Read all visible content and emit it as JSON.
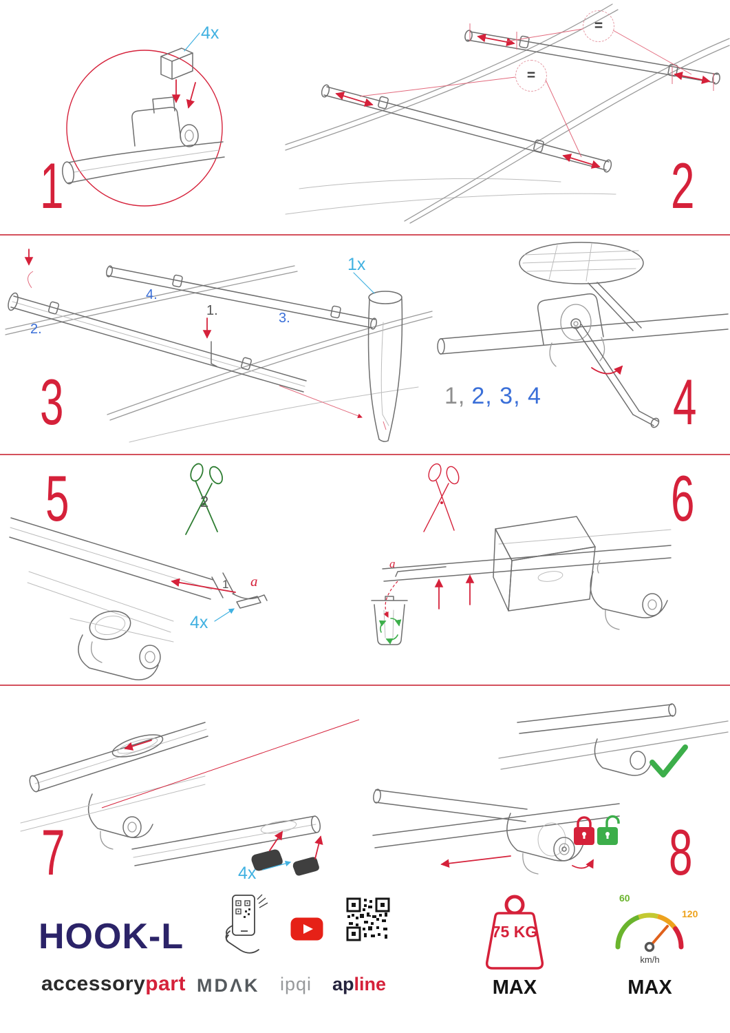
{
  "colors": {
    "step_number_red": "#d5213a",
    "qty_blue": "#41b1e1",
    "callout_blue": "#3a6fd8",
    "brand_navy": "#2b2368",
    "brand_red": "#d5213a",
    "check_green": "#3cae4a",
    "gauge_green": "#6ab42d",
    "gauge_orange": "#eda21d",
    "youtube_red": "#e62117"
  },
  "steps": {
    "one": {
      "num": "1",
      "qty": "4x"
    },
    "two": {
      "num": "2",
      "equals": "="
    },
    "three": {
      "num": "3",
      "qty": "1x",
      "callout_1": "1.",
      "callout_2": "2.",
      "callout_3": "3.",
      "callout_4": "4."
    },
    "four": {
      "num": "4",
      "seq_gray": "1,",
      "seq_blue": "2, 3, 4"
    },
    "five": {
      "num": "5",
      "qty": "4x",
      "callout_1": "1",
      "callout_2": "2",
      "strap_label": "a"
    },
    "six": {
      "num": "6",
      "strap_label": "a"
    },
    "seven": {
      "num": "7",
      "qty": "4x"
    },
    "eight": {
      "num": "8"
    }
  },
  "footer": {
    "product_name": "HOOK-L",
    "brand_part1": "accessory",
    "brand_part2": "part",
    "logo_mdak": "MDΛK",
    "logo_ipqi": "ipqi",
    "logo_ap": "ap",
    "logo_line": "line",
    "weight_limit": "75 KG",
    "weight_max_label": "MAX",
    "speed_min": "60",
    "speed_max_value": "120",
    "speed_unit": "km/h",
    "speed_max_label": "MAX"
  },
  "icons": {
    "step5_tool": "scissors-icon",
    "step6_tool": "scissors-icon",
    "step6_disposal": "recycle-bin-icon",
    "step8_ok": "checkmark-icon",
    "step8_locked": "padlock-closed-icon",
    "step8_unlocked": "padlock-open-icon",
    "footer_scan": "phone-qr-scan-icon",
    "footer_video": "youtube-play-icon",
    "footer_qr": "qr-code-icon",
    "footer_load": "weight-max-icon",
    "footer_speed": "speedometer-icon"
  }
}
